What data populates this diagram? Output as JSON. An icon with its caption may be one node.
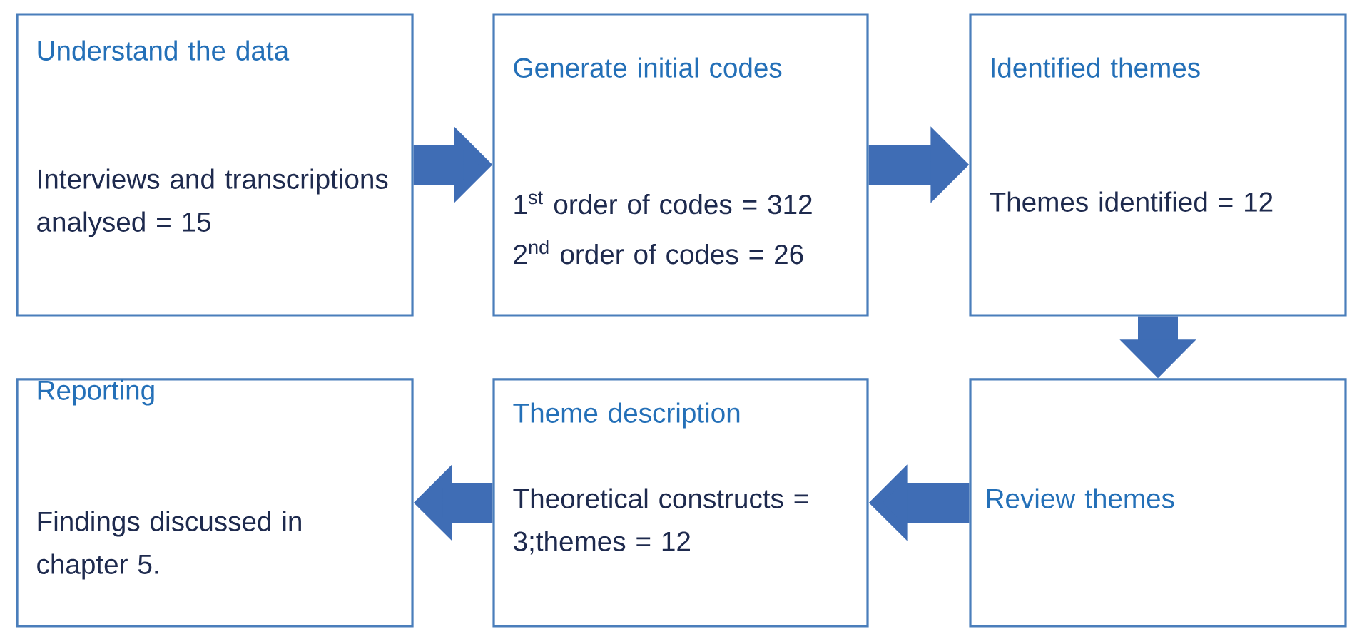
{
  "diagram": {
    "nodes": [
      {
        "text": [
          "Understand the data",
          "Interviews and transcriptions analysed = 15"
        ]
      },
      {
        "text": [
          "Generate initial codes",
          "1$^{st}$ order of codes = 312",
          "2$^{nd}$ order of codes =  26"
        ]
      },
      {
        "text": [
          "Identified themes",
          "Themes identified = 12"
        ]
      },
      {
        "text": [
          "Review themes"
        ]
      },
      {
        "text": [
          "Theme description",
          "Theoretical constructs = 3;themes = 12"
        ]
      },
      {
        "text": [
          "Reporting",
          "Findings discussed in chapter 5."
        ]
      }
    ],
    "edges": [
      {
        "from": 0,
        "to": 1,
        "arrow": "to"
      },
      {
        "from": 1,
        "to": 2,
        "arrow": "to"
      },
      {
        "from": 2,
        "to": 3,
        "arrow": "to"
      },
      {
        "from": 3,
        "to": 4,
        "arrow": "to"
      },
      {
        "from": 4,
        "to": 5,
        "arrow": "to"
      }
    ]
  }
}
